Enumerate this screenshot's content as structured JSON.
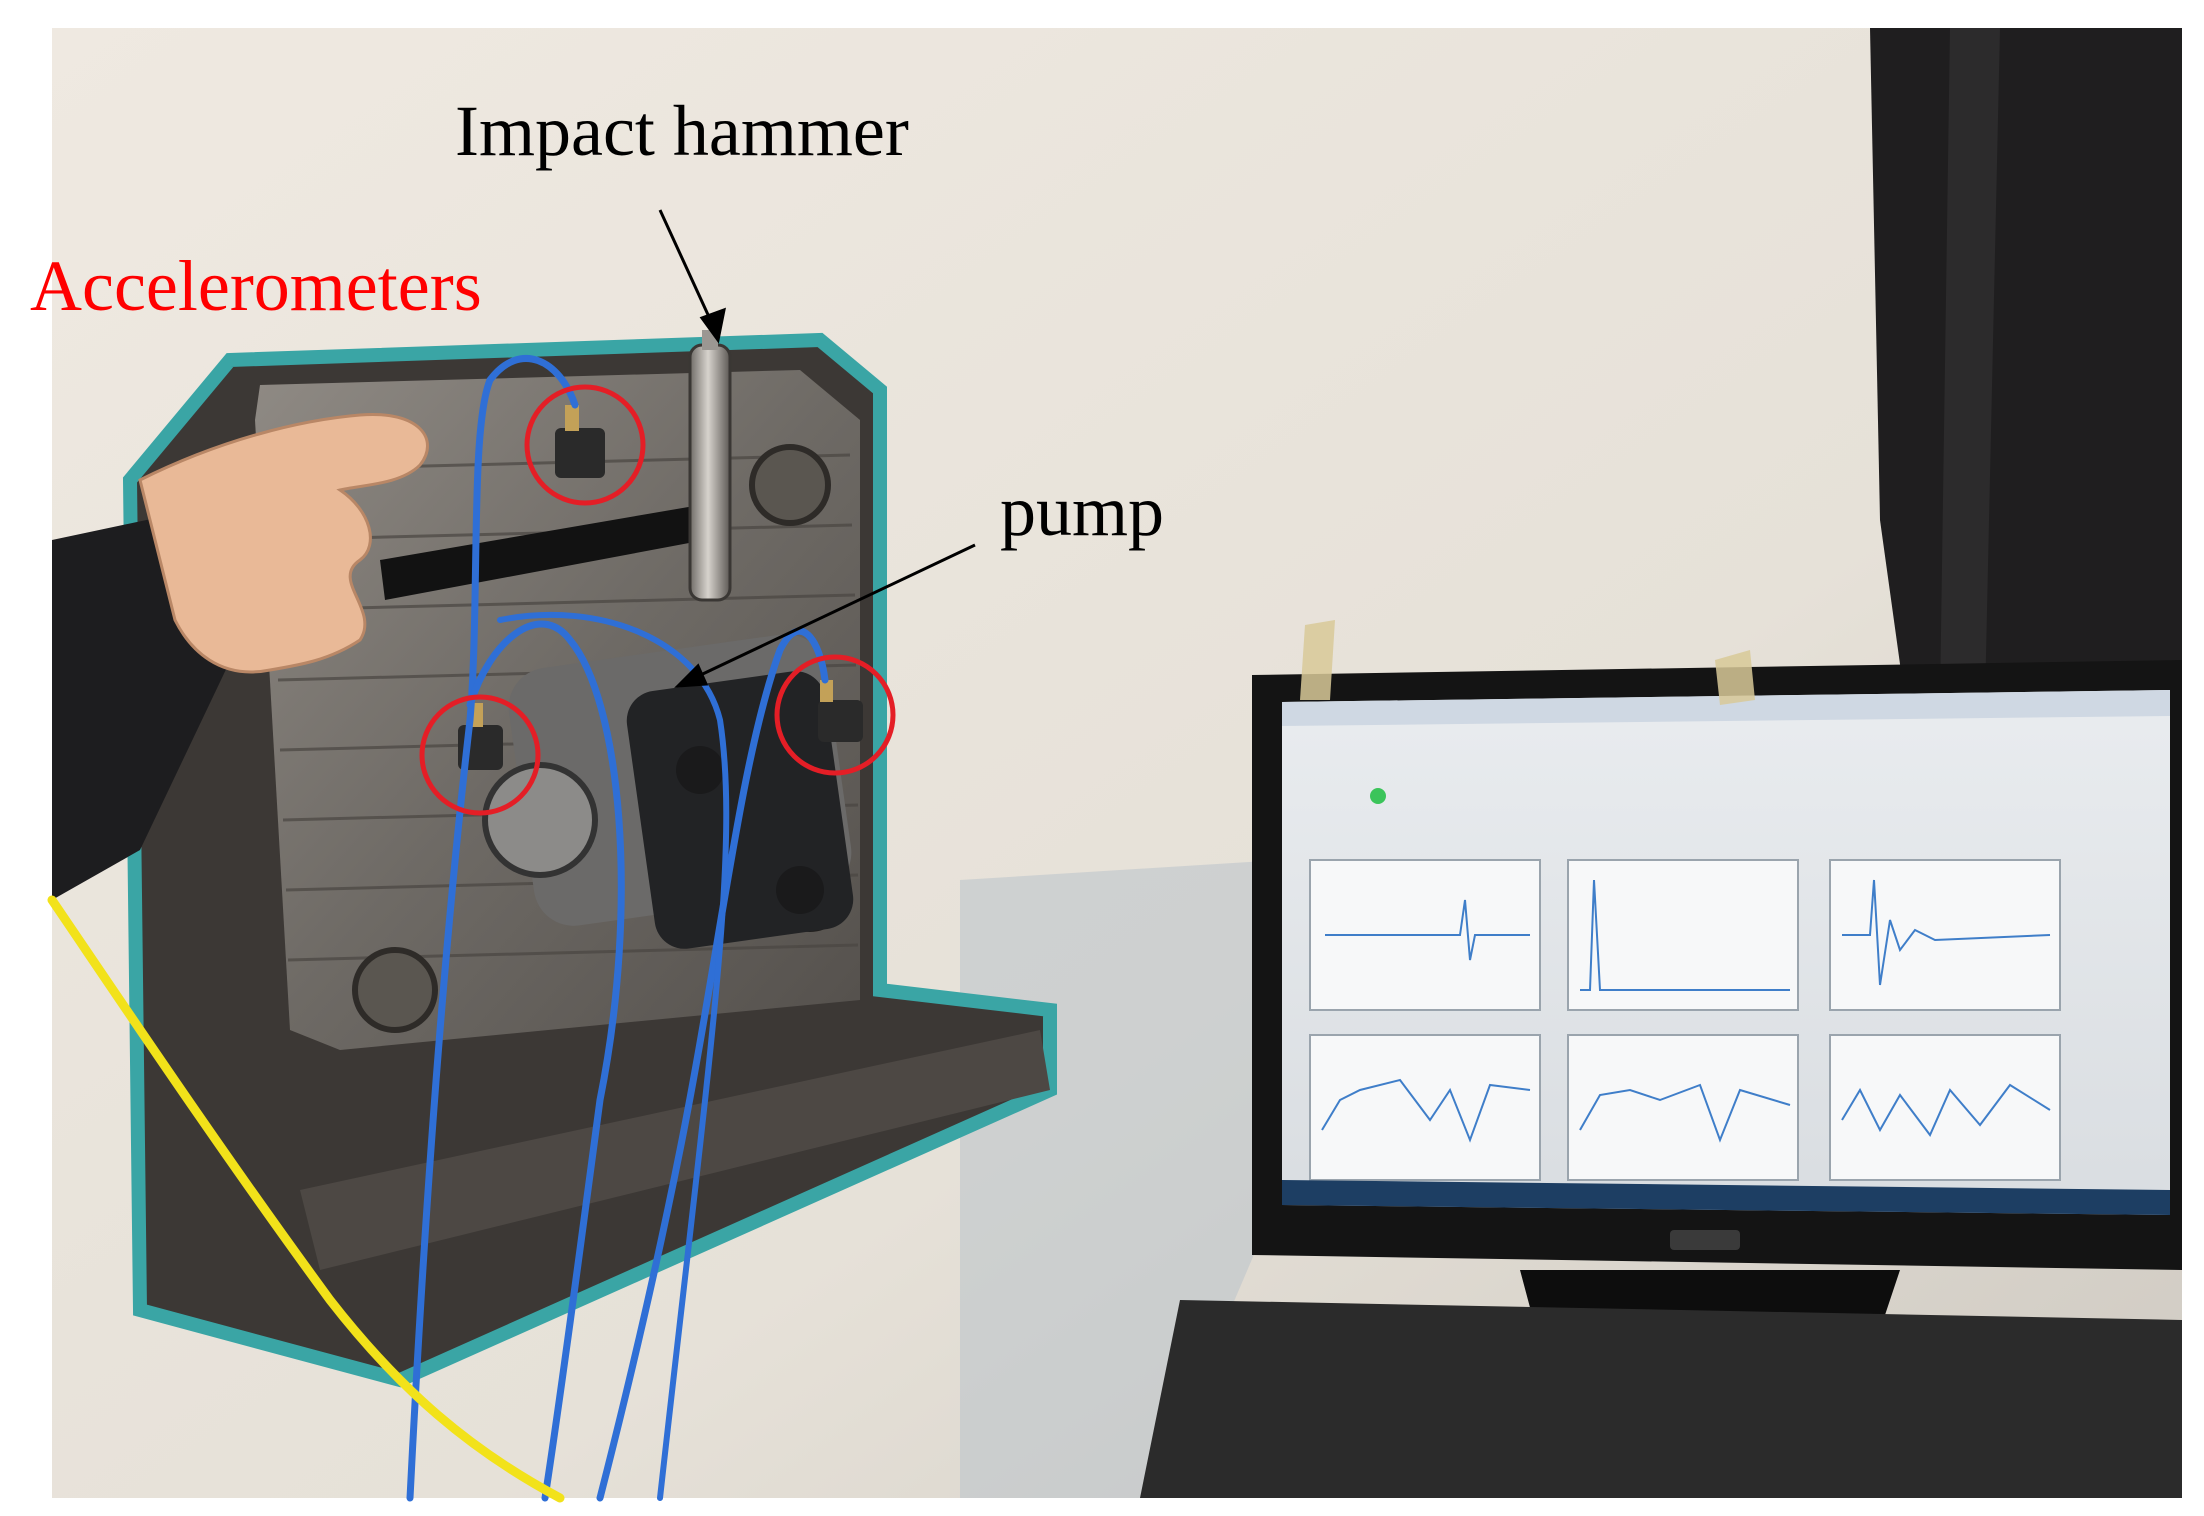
{
  "annotations": {
    "impact_hammer": "Impact hammer",
    "accelerometers": "Accelerometers",
    "pump": "pump"
  },
  "colors": {
    "accelerometers_label": "#ff0000",
    "hammer_label": "#000000",
    "pump_label": "#000000",
    "marker_circle": "#e41e26",
    "cable_blue": "#2f6fd6",
    "cable_yellow": "#f2e21a",
    "wall": "#e8e4dd",
    "sealant": "#3aa5a5"
  },
  "icons": {
    "marker": "red-circle",
    "pointer": "arrow",
    "monitor_brand": "dell-logo"
  },
  "marker_count": 3
}
